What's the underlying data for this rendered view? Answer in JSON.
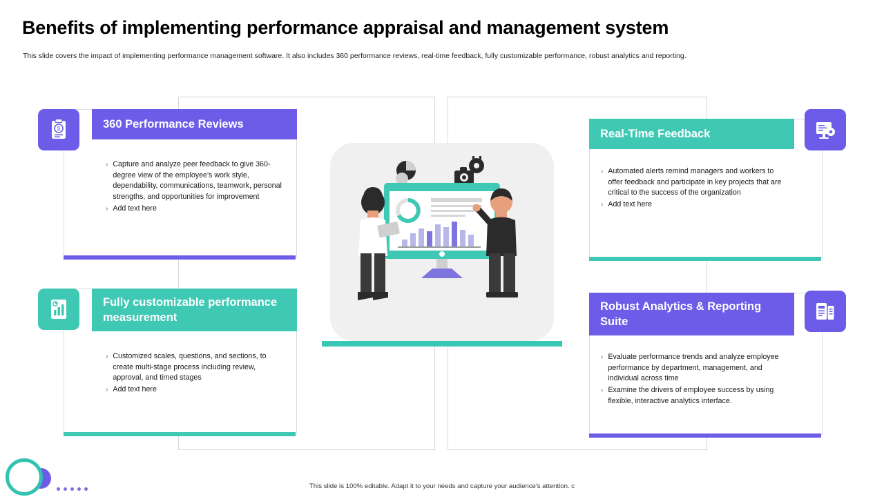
{
  "slide": {
    "title": "Benefits of implementing performance appraisal and management system",
    "subtitle": "This slide covers the impact of implementing performance management software. It also includes 360 performance reviews, real-time feedback, fully customizable performance, robust analytics and reporting.",
    "footer": "This slide is 100% editable. Adapt it to your needs and capture your audience's attention. c"
  },
  "colors": {
    "purple": "#6c5ce7",
    "teal": "#3fc8b4",
    "grey_panel": "#f0f0f0",
    "frame_border": "#d8d8d8"
  },
  "cards": [
    {
      "id": "360-performance-reviews",
      "heading": "360 Performance Reviews",
      "head_color": "#6c5ce7",
      "accent_color": "#6c5ce7",
      "icon": "clipboard-checklist-icon",
      "icon_bg": "#6c5ce7",
      "bullets": [
        "Capture and analyze peer feedback to give 360-degree view of the employee's work style, dependability, communications, teamwork, personal strengths, and opportunities for improvement",
        "Add text here"
      ]
    },
    {
      "id": "fully-customizable-performance-measurement",
      "heading": "Fully customizable performance measurement",
      "head_color": "#3fc8b4",
      "accent_color": "#3fc8b4",
      "icon": "chart-document-icon",
      "icon_bg": "#3fc8b4",
      "bullets": [
        "Customized scales, questions, and sections, to create multi-stage process including review, approval, and timed stages",
        "Add text here"
      ]
    },
    {
      "id": "real-time-feedback",
      "heading": "Real-Time Feedback",
      "head_color": "#3fc8b4",
      "accent_color": "#3fc8b4",
      "icon": "presentation-gear-icon",
      "icon_bg": "#6c5ce7",
      "bullets": [
        "Automated alerts remind managers and workers to offer feedback and participate in key projects that are critical to the success of the organization",
        "Add text here"
      ]
    },
    {
      "id": "robust-analytics-reporting-suite",
      "heading": "Robust Analytics & Reporting Suite",
      "head_color": "#6c5ce7",
      "accent_color": "#6c5ce7",
      "icon": "report-document-icon",
      "icon_bg": "#6c5ce7",
      "bullets": [
        "Evaluate performance trends and analyze employee performance by department, management, and individual across time",
        "Examine the drivers of employee success by using flexible, interactive analytics interface."
      ]
    }
  ],
  "illustration": {
    "name": "business-analytics-illustration",
    "alt": "Two people presenting a monitor with charts and graphs"
  }
}
